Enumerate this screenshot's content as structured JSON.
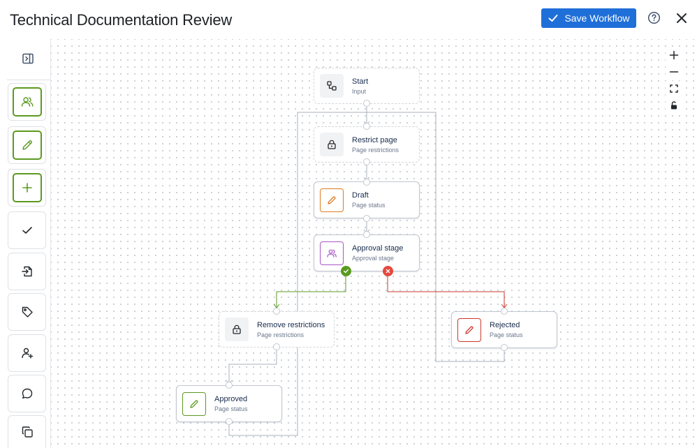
{
  "header": {
    "title": "Technical Documentation Review",
    "save_label": "Save Workflow",
    "help_icon": "help-circle-icon",
    "close_icon": "close-icon"
  },
  "colors": {
    "primary": "#1f6fd8",
    "green": "#5b9a1f",
    "orange": "#e07a1f",
    "purple": "#a855c7",
    "red": "#c9372c",
    "wire": "#aab0ba"
  },
  "toolbar": {
    "collapse_icon": "panel-collapse-icon",
    "tools": [
      {
        "icon": "users-icon",
        "highlighted": true
      },
      {
        "icon": "pencil-icon",
        "highlighted": true
      },
      {
        "icon": "plus-icon",
        "highlighted": true
      },
      {
        "icon": "check-icon",
        "highlighted": false
      },
      {
        "icon": "file-import-icon",
        "highlighted": false
      },
      {
        "icon": "tag-icon",
        "highlighted": false
      },
      {
        "icon": "user-add-icon",
        "highlighted": false
      },
      {
        "icon": "comment-icon",
        "highlighted": false
      },
      {
        "icon": "copy-icon",
        "highlighted": false
      }
    ]
  },
  "zoom_controls": [
    "zoom-in-icon",
    "zoom-out-icon",
    "fit-view-icon",
    "lock-icon"
  ],
  "nodes": {
    "start": {
      "title": "Start",
      "subtitle": "Input"
    },
    "restrict": {
      "title": "Restrict page",
      "subtitle": "Page restrictions"
    },
    "draft": {
      "title": "Draft",
      "subtitle": "Page status"
    },
    "approval": {
      "title": "Approval stage",
      "subtitle": "Approval stage"
    },
    "remove": {
      "title": "Remove restrictions",
      "subtitle": "Page restrictions"
    },
    "approved": {
      "title": "Approved",
      "subtitle": "Page status"
    },
    "rejected": {
      "title": "Rejected",
      "subtitle": "Page status"
    }
  }
}
